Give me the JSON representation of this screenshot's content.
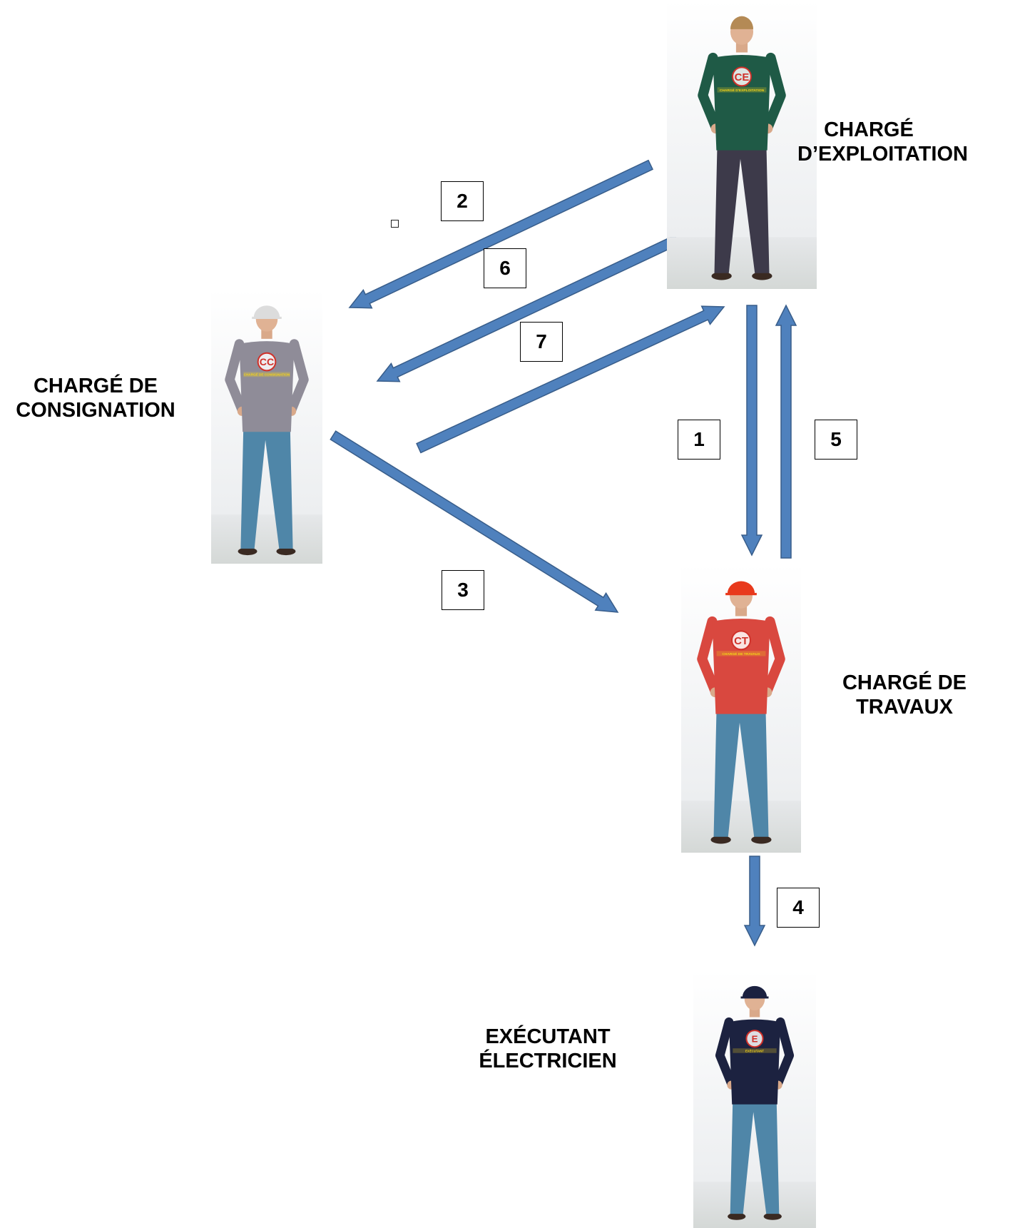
{
  "colors": {
    "arrow_fill": "#4f81bd",
    "arrow_stroke": "#385d8a",
    "shirt_exploitation": "#1f5a46",
    "shirt_consignation": "#8f8c98",
    "shirt_travaux": "#d9483f",
    "shirt_executant": "#1c2240",
    "pants_exploitation": "#3d3a4a",
    "pants_jeans": "#4f86a8",
    "helmet_consignation": "#dcdcdc",
    "helmet_travaux": "#e8391c",
    "helmet_executant": "#1b2140",
    "badge_text": "#f2d21a",
    "badge_ring": "#d0312a"
  },
  "roles": {
    "charge_exploitation": {
      "label_lines": [
        "CHARGÉ",
        "D’EXPLOITATION"
      ],
      "badge": "CE",
      "badge_caption": "CHARGÉ D'EXPLOITATION",
      "icon": "worker-figure"
    },
    "charge_consignation": {
      "label_lines": [
        "CHARGÉ DE",
        "CONSIGNATION"
      ],
      "badge": "CC",
      "badge_caption": "CHARGÉ DE CONSIGNATION",
      "icon": "worker-figure"
    },
    "charge_travaux": {
      "label_lines": [
        "CHARGÉ DE",
        "TRAVAUX"
      ],
      "badge": "CT",
      "badge_caption": "CHARGÉ DE TRAVAUX",
      "icon": "worker-figure"
    },
    "executant": {
      "label_lines": [
        "EXÉCUTANT",
        "ÉLECTRICIEN"
      ],
      "badge": "E",
      "badge_caption": "EXÉCUTANT",
      "icon": "worker-figure"
    }
  },
  "steps": [
    {
      "number": "1",
      "from": "charge_exploitation",
      "to": "charge_travaux"
    },
    {
      "number": "2",
      "from": "charge_exploitation",
      "to": "charge_consignation"
    },
    {
      "number": "3",
      "from": "charge_consignation",
      "to": "charge_travaux"
    },
    {
      "number": "4",
      "from": "charge_travaux",
      "to": "executant"
    },
    {
      "number": "5",
      "from": "charge_travaux",
      "to": "charge_exploitation"
    },
    {
      "number": "6",
      "from": "charge_exploitation",
      "to": "charge_consignation"
    },
    {
      "number": "7",
      "from": "charge_consignation",
      "to": "charge_exploitation"
    }
  ]
}
